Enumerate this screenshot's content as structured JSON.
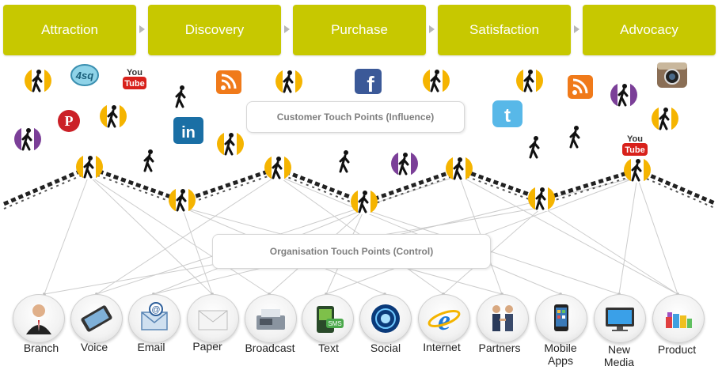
{
  "stages": [
    "Attraction",
    "Discovery",
    "Purchase",
    "Satisfaction",
    "Advocacy"
  ],
  "customer_touch_points": "Customer Touch  Points (Influence)",
  "organisation_touch_points": "Organisation  Touch  Points (Control)",
  "channels": [
    "Branch",
    "Voice",
    "Email",
    "Paper",
    "Broadcast",
    "Text",
    "Social",
    "Internet",
    "Partners",
    "Mobile Apps",
    "New Media",
    "Product"
  ],
  "icons": {
    "foursquare": "4sq",
    "youtube_you": "You",
    "youtube_tube": "Tube",
    "linkedin": "in",
    "facebook": "f",
    "pinterest": "P",
    "twitter": "t",
    "sms": "SMS"
  },
  "colors": {
    "stage_fill": "#c7c800",
    "walker_yellow": "#f5b400",
    "walker_purple": "#7b3f98",
    "line_gray": "#c8c8c8"
  }
}
